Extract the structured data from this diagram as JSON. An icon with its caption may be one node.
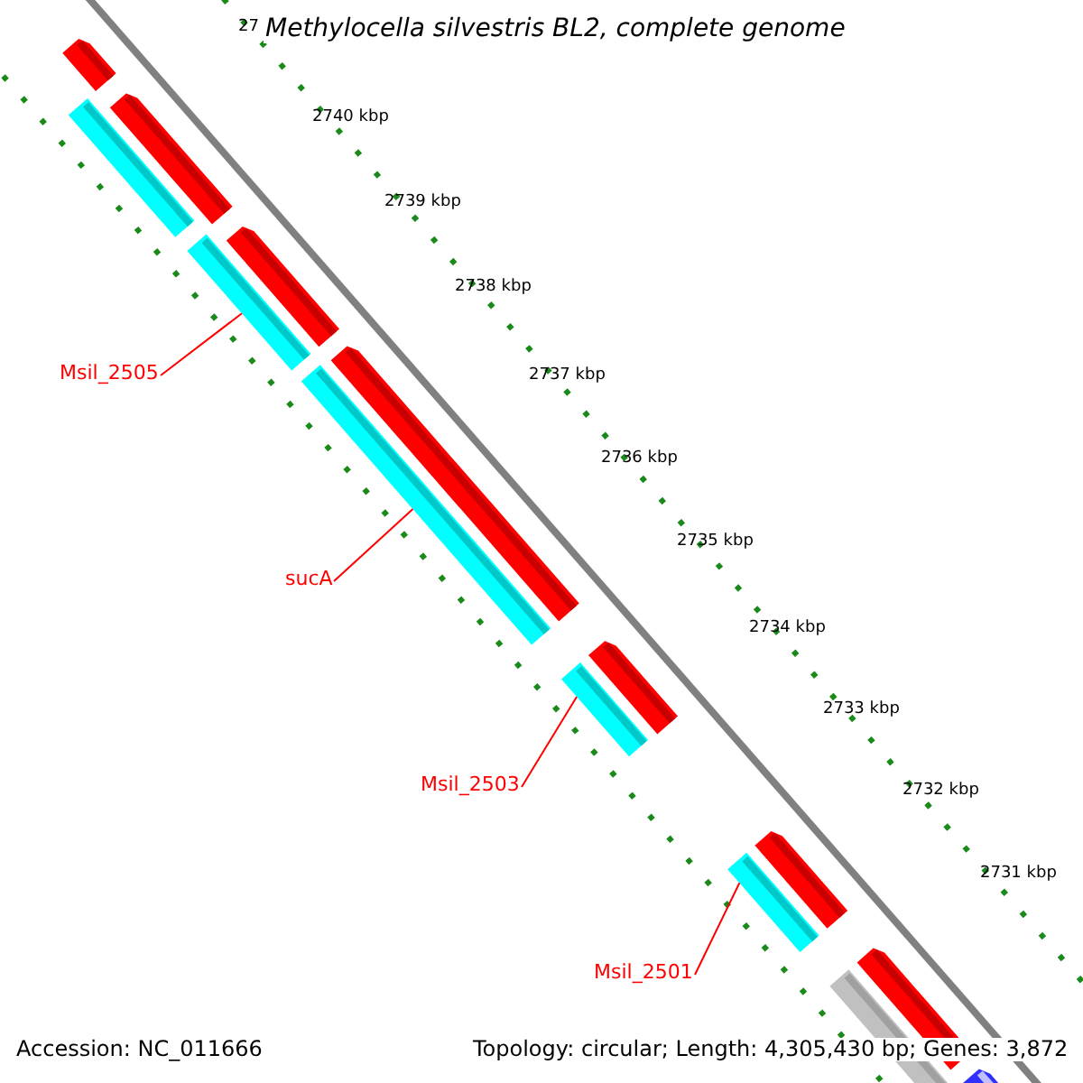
{
  "diagram": {
    "title": "Methylocella silvestris BL2, complete genome",
    "nodes": [
      {
        "text": [
          "Msil_2505"
        ]
      },
      {
        "text": [
          "sucA"
        ]
      },
      {
        "text": [
          "Msil_2503"
        ]
      },
      {
        "text": [
          "Msil_2501"
        ]
      },
      {
        "text": [],
        "shape": "bar"
      },
      {
        "text": [],
        "shape": "bar"
      },
      {
        "text": [],
        "shape": "bar"
      },
      {
        "text": [],
        "shape": "bar"
      },
      {
        "text": [],
        "shape": "bar"
      },
      {
        "text": [],
        "shape": "bar"
      }
    ],
    "edges": [
      {
        "from": 0,
        "to": 5,
        "arrow": "none"
      },
      {
        "from": 1,
        "to": 6,
        "arrow": "none"
      },
      {
        "from": 2,
        "to": 7,
        "arrow": "none"
      },
      {
        "from": 3,
        "to": 8,
        "arrow": "none"
      }
    ],
    "labels": [
      "27",
      "2740 kbp",
      "2739 kbp",
      "2738 kbp",
      "2737 kbp",
      "2736 kbp",
      "2735 kbp",
      "2734 kbp",
      "2733 kbp",
      "2732 kbp",
      "2731 kbp",
      "Accession: NC_011666",
      "Topology: circular; Length: 4,305,430 bp; Genes: 3,872"
    ]
  }
}
